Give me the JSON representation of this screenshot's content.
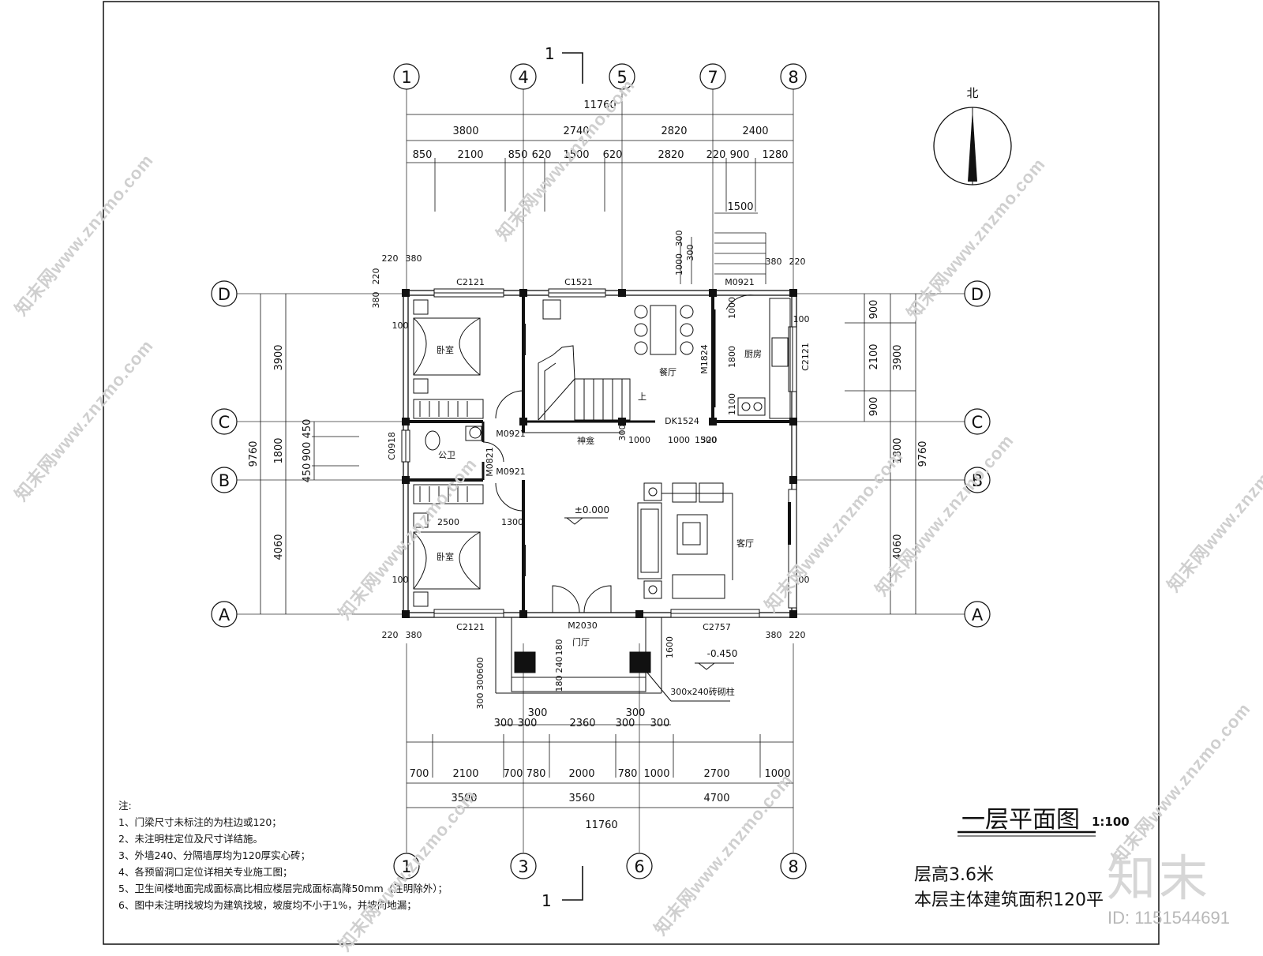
{
  "drawing": {
    "title": "一层平面图",
    "scale": "1:100",
    "compass_label": "北",
    "section_mark": "1",
    "floor_height": "层高3.6米",
    "floor_area": "本层主体建筑面积120平",
    "elevation_main": "±0.000",
    "elevation_porch": "-0.450",
    "column_note": "300x240砖砌柱"
  },
  "axes": {
    "top": [
      "1",
      "4",
      "5",
      "7",
      "8"
    ],
    "bottom": [
      "1",
      "3",
      "6",
      "8"
    ],
    "rows": [
      "D",
      "C",
      "B",
      "A"
    ]
  },
  "dimensions": {
    "top_total": "11760",
    "top_mid": [
      "3800",
      "2740",
      "2820",
      "2400"
    ],
    "top_detail": [
      "850",
      "2100",
      "850",
      "620",
      "1500",
      "620",
      "2820",
      "220",
      "900",
      "1280"
    ],
    "top_step": "1500",
    "bottom_total": "11760",
    "bottom_mid": [
      "3500",
      "3560",
      "4700"
    ],
    "bottom_detail": [
      "700",
      "2100",
      "700",
      "780",
      "2000",
      "780",
      "1000",
      "2700",
      "1000"
    ],
    "porch": [
      "300",
      "300",
      "300",
      "2360",
      "300",
      "300",
      "300"
    ],
    "left_total": "9760",
    "left_mid": [
      "3900",
      "1800",
      "4060"
    ],
    "left_detail": [
      "450",
      "900",
      "450"
    ],
    "right_total": "9760",
    "right_mid": [
      "3900",
      "1800",
      "4060"
    ],
    "right_detail": [
      "900",
      "2100",
      "900"
    ],
    "misc": [
      "220",
      "380",
      "220",
      "380",
      "100",
      "100",
      "100",
      "100",
      "380",
      "220",
      "1000",
      "300",
      "300",
      "1000",
      "1100",
      "1800",
      "1000",
      "1000",
      "1500",
      "320",
      "300",
      "2500",
      "1300",
      "1600",
      "180",
      "180",
      "240",
      "600",
      "300",
      "300",
      "220",
      "380",
      "380",
      "220"
    ]
  },
  "rooms": [
    "卧室",
    "卧室",
    "公卫",
    "餐厅",
    "厨房",
    "客厅",
    "门厅",
    "神龛"
  ],
  "openings": [
    "C2121",
    "C1521",
    "M0921",
    "M1824",
    "C2121",
    "DK1524",
    "M0921",
    "M0921",
    "M0821",
    "C0918",
    "M2030",
    "C2121",
    "C2757"
  ],
  "stair_label": "上",
  "notes": {
    "heading": "注:",
    "items": [
      "1、门梁尺寸未标注的为柱边或120；",
      "2、未注明柱定位及尺寸详结施。",
      "3、外墙240、分隔墙厚均为120厚实心砖；",
      "4、各预留洞口定位详相关专业施工图；",
      "5、卫生间楼地面完成面标高比相应楼层完成面标高降50mm（注明除外）；",
      "6、图中未注明找坡均为建筑找坡，坡度均不小于1%，并坡向地漏；"
    ]
  },
  "watermark": {
    "text": "知末网www.znzmo.com",
    "brand": "知末",
    "id": "ID: 1151544691"
  }
}
